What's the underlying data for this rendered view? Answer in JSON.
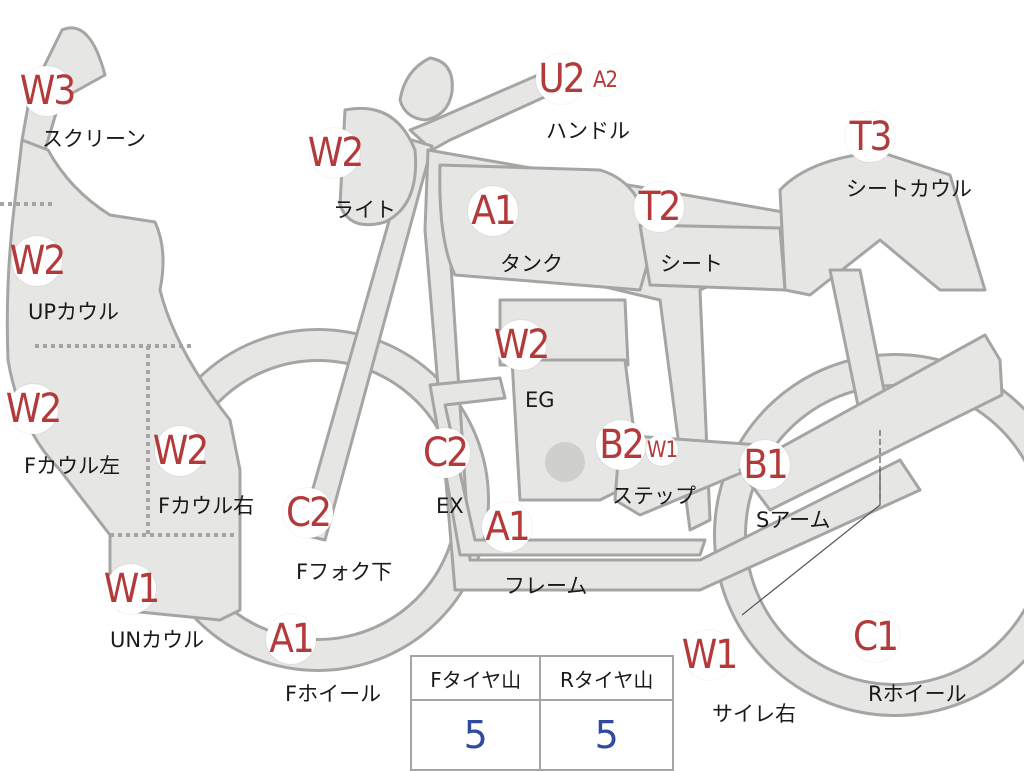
{
  "parts": [
    {
      "id": "screen",
      "code": "W3",
      "label": "スクリーン"
    },
    {
      "id": "light",
      "code": "W2",
      "label": "ライト"
    },
    {
      "id": "up_cowl",
      "code": "W2",
      "label": "UPカウル"
    },
    {
      "id": "f_cowl_l",
      "code": "W2",
      "label": "Fカウル左"
    },
    {
      "id": "f_cowl_r",
      "code": "W2",
      "label": "Fカウル右"
    },
    {
      "id": "un_cowl",
      "code": "W1",
      "label": "UNカウル"
    },
    {
      "id": "f_fork",
      "code": "C2",
      "label": "Fフォク下"
    },
    {
      "id": "f_wheel",
      "code": "A1",
      "label": "Fホイール"
    },
    {
      "id": "handle",
      "code": "U2",
      "code_sub": "A2",
      "label": "ハンドル"
    },
    {
      "id": "tank",
      "code": "A1",
      "label": "タンク"
    },
    {
      "id": "seat",
      "code": "T2",
      "label": "シート"
    },
    {
      "id": "seat_cowl",
      "code": "T3",
      "label": "シートカウル"
    },
    {
      "id": "engine",
      "code": "W2",
      "label": "EG"
    },
    {
      "id": "exhaust",
      "code": "C2",
      "label": "EX"
    },
    {
      "id": "step",
      "code": "B2",
      "code_sub": "W1",
      "label": "ステップ"
    },
    {
      "id": "frame",
      "code": "A1",
      "label": "フレーム"
    },
    {
      "id": "s_arm",
      "code": "B1",
      "label": "Sアーム"
    },
    {
      "id": "silencer",
      "code": "W1",
      "label": "サイレ右"
    },
    {
      "id": "r_wheel",
      "code": "C1",
      "label": "Rホイール"
    }
  ],
  "tire_tread": {
    "front_header": "Fタイヤ山",
    "rear_header": "Rタイヤ山",
    "front_value": "5",
    "rear_value": "5"
  },
  "colors": {
    "code": "#b33a3a",
    "value": "#2f4aa0",
    "body": "#e6e6e4",
    "outline": "#a5a5a3"
  }
}
